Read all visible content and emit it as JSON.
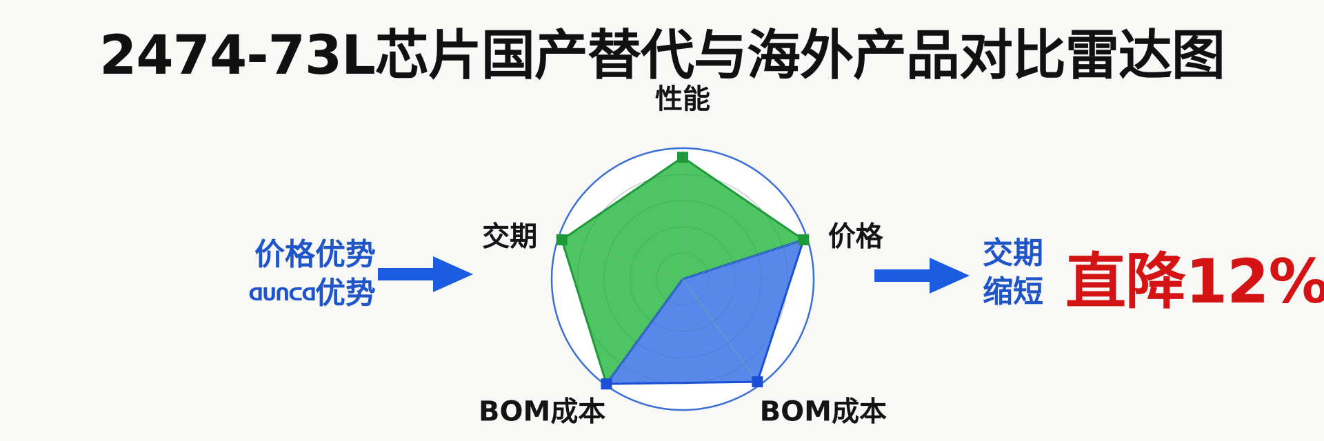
{
  "title": "2474-73L芯片国产替代与海外产品对比雷达图",
  "left_callout": {
    "line1": "价格优势",
    "line2_prefix": "ᗡᑌᑎᑕᗡ",
    "line2": "优势"
  },
  "right_callout": {
    "line1": "交期",
    "line2": "缩短",
    "highlight": "直降12%"
  },
  "colors": {
    "title": "#111111",
    "callout_blue": "#1f55c8",
    "highlight_red": "#d41414",
    "arrow_blue": "#1a5be0",
    "green_fill": "#3fbf55",
    "green_stroke": "#1e9a3a",
    "blue_fill": "#4a7fe8",
    "blue_stroke": "#1a4fd6",
    "ring": "#3a6fd8"
  },
  "chart_data": {
    "type": "radar",
    "title": "2474-73L芯片国产替代与海外产品对比雷达图",
    "axes": [
      "性能",
      "价格",
      "BOM成本",
      "BOM成本",
      "交期"
    ],
    "rmax": 1.0,
    "grid_levels": 5,
    "series": [
      {
        "color": "green",
        "values": [
          0.93,
          0.97,
          0.0,
          0.99,
          0.97
        ]
      },
      {
        "color": "blue",
        "values": [
          0.0,
          0.97,
          0.97,
          0.99,
          0.0
        ]
      }
    ]
  }
}
